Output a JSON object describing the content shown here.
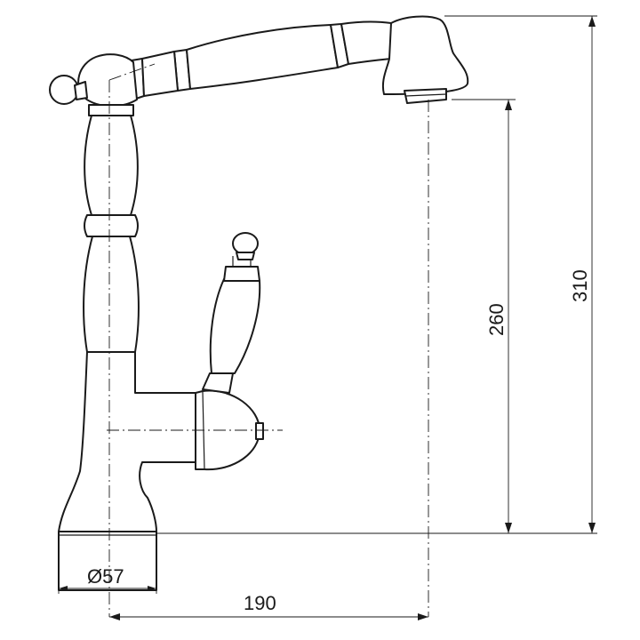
{
  "dimensions": {
    "base_diameter": "Ø57",
    "horizontal_reach": "190",
    "spout_height": "260",
    "overall_height": "310"
  }
}
